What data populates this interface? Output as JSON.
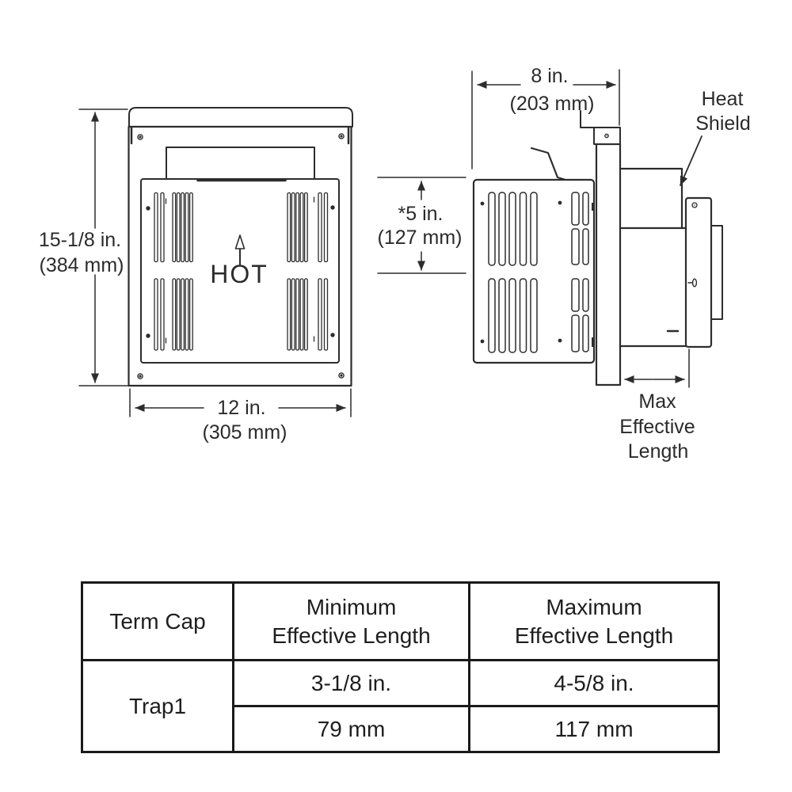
{
  "front_view": {
    "hot_label": "HOT",
    "height_in": "15-1/8 in.",
    "height_mm": "(384 mm)",
    "width_in": "12 in.",
    "width_mm": "(305 mm)"
  },
  "side_view": {
    "depth_in": "8 in.",
    "depth_mm": "(203 mm)",
    "offset_in": "*5 in.",
    "offset_mm": "(127 mm)",
    "heat_shield": {
      "line1": "Heat",
      "line2": "Shield"
    },
    "max_effective": {
      "line1": "Max",
      "line2": "Effective",
      "line3": "Length"
    }
  },
  "table": {
    "term_cap_header": "Term Cap",
    "min_header": {
      "line1": "Minimum",
      "line2": "Effective Length"
    },
    "max_header": {
      "line1": "Maximum",
      "line2": "Effective Length"
    },
    "row": {
      "term_cap": "Trap1",
      "min_in": "3-1/8 in.",
      "min_mm": "79 mm",
      "max_in": "4-5/8 in.",
      "max_mm": "117 mm"
    }
  },
  "colors": {
    "line": "#2d2d2d",
    "text": "#2b2b2b",
    "table_border": "#1a1a1a",
    "background": "#ffffff"
  }
}
